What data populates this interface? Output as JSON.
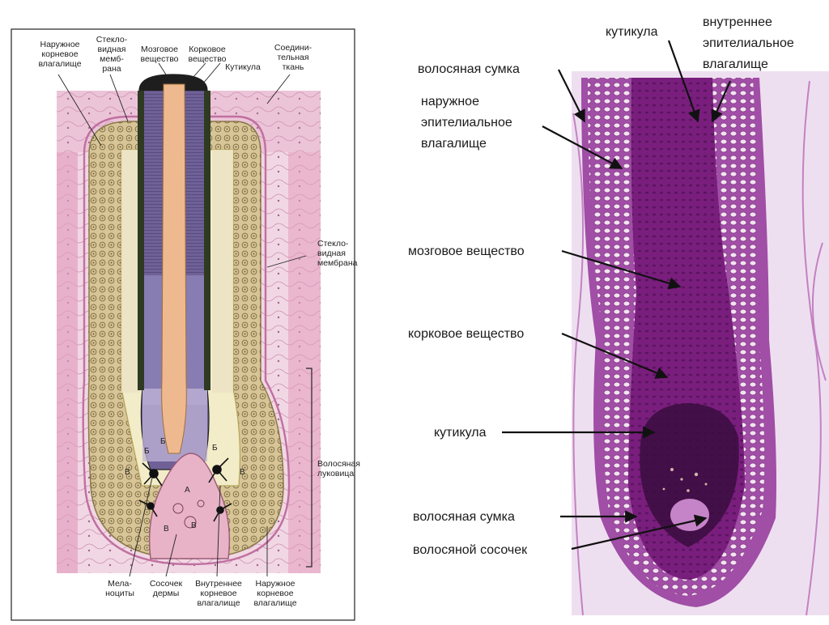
{
  "diagram": {
    "labels_top": [
      "Наружное",
      "корневое",
      "влагалище",
      "Стекло-",
      "видная",
      "мемб-",
      "рана",
      "Мозговое",
      "вещество",
      "Корковое",
      "вещество",
      "Кутикула",
      "Соедини-",
      "тельная",
      "ткань"
    ],
    "labels_right": [
      "Стекло-",
      "видная",
      "мембрана",
      "Волосяная",
      "луковица"
    ],
    "labels_bottom": [
      "Мела-",
      "ноциты",
      "Сосочек",
      "дермы",
      "Внутреннее",
      "корневое",
      "влагалище",
      "Наружное",
      "корневое",
      "влагалище"
    ],
    "letters": [
      "Б",
      "Б",
      "Б",
      "В",
      "В",
      "В",
      "А",
      "В"
    ]
  },
  "micro": {
    "labels": [
      "кутикула",
      "внутреннее",
      "эпителиальное",
      "влагалище",
      "волосяная сумка",
      "наружное",
      "эпителиальное",
      "влагалище",
      "мозговое вещество",
      "корковое вещество",
      "кутикула",
      "волосяная сумка",
      "волосяной сосочек"
    ]
  },
  "colors": {
    "pink_tissue": "#e7b6cf",
    "fiber": "#c98fb0",
    "outer_sheath": "#d9c79a",
    "inner_sheath": "#ece6b4",
    "medulla": "#efb98f",
    "cortex": "#6f6198",
    "purple_stain": "#8a2c86",
    "arrow": "#111111"
  }
}
